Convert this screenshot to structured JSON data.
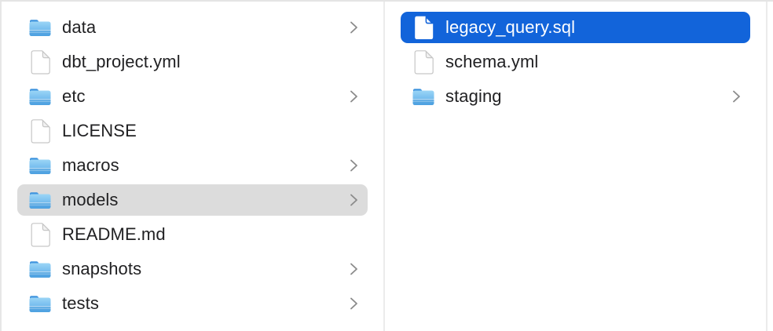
{
  "app": "finder-column-browser",
  "colors": {
    "selection_active": "#1264da",
    "selection_inactive": "#dcdcdc",
    "text": "#212123",
    "text_selected": "#ffffff",
    "chevron": "#8b8b8b",
    "divider": "#ebebeb",
    "folder_blue_light": "#98d3f5",
    "folder_blue_dark": "#57a9e8",
    "file_outline": "#c6c6c6",
    "background": "#ffffff"
  },
  "columns": [
    {
      "name": "left",
      "items": [
        {
          "label": "data",
          "icon": "folder-icon",
          "chevron": true,
          "selected": "none"
        },
        {
          "label": "dbt_project.yml",
          "icon": "file-icon",
          "chevron": false,
          "selected": "none"
        },
        {
          "label": "etc",
          "icon": "folder-icon",
          "chevron": true,
          "selected": "none"
        },
        {
          "label": "LICENSE",
          "icon": "file-icon",
          "chevron": false,
          "selected": "none"
        },
        {
          "label": "macros",
          "icon": "folder-icon",
          "chevron": true,
          "selected": "none"
        },
        {
          "label": "models",
          "icon": "folder-icon",
          "chevron": true,
          "selected": "inactive"
        },
        {
          "label": "README.md",
          "icon": "file-icon",
          "chevron": false,
          "selected": "none"
        },
        {
          "label": "snapshots",
          "icon": "folder-icon",
          "chevron": true,
          "selected": "none"
        },
        {
          "label": "tests",
          "icon": "folder-icon",
          "chevron": true,
          "selected": "none"
        }
      ]
    },
    {
      "name": "right",
      "items": [
        {
          "label": "legacy_query.sql",
          "icon": "file-icon",
          "chevron": false,
          "selected": "active"
        },
        {
          "label": "schema.yml",
          "icon": "file-icon",
          "chevron": false,
          "selected": "none"
        },
        {
          "label": "staging",
          "icon": "folder-icon",
          "chevron": true,
          "selected": "none"
        }
      ]
    }
  ]
}
